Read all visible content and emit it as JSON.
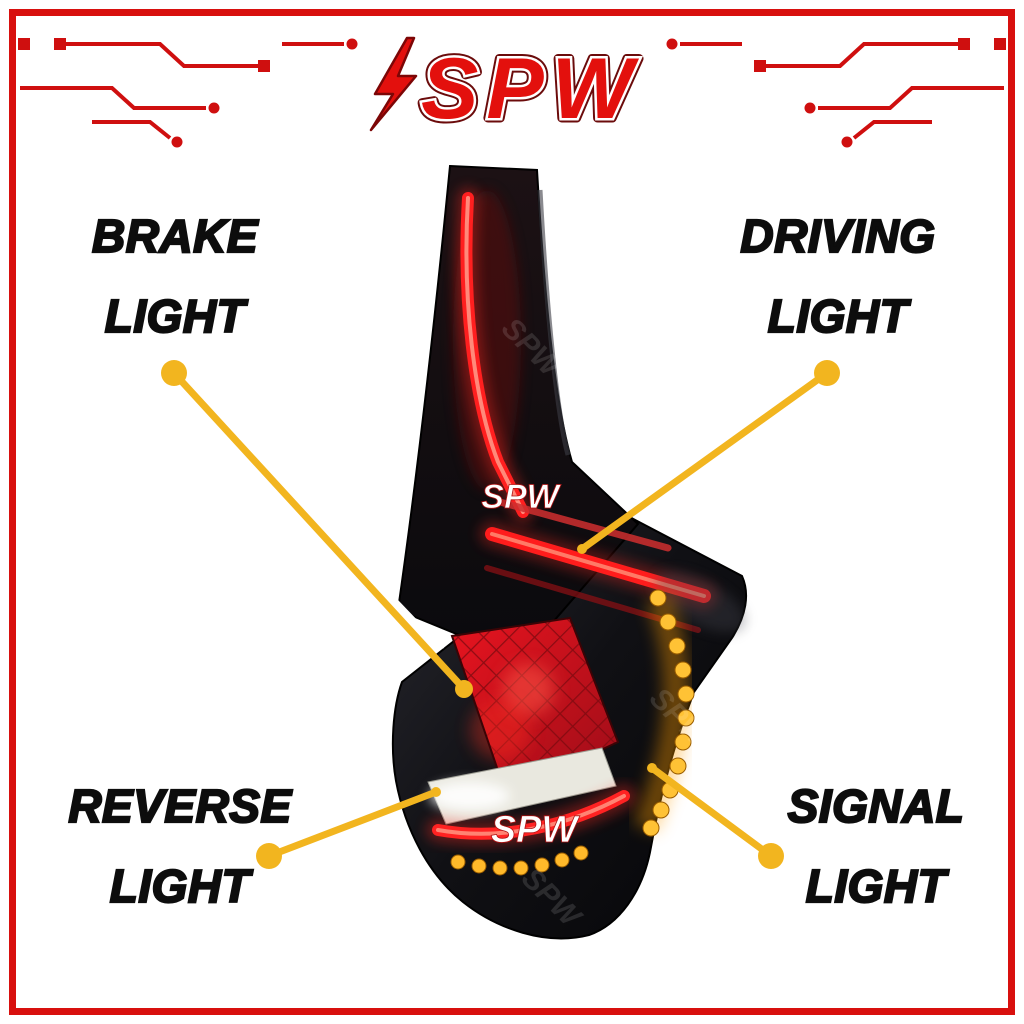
{
  "logo": {
    "text": "SPW",
    "bolt_icon": "lightning-bolt"
  },
  "watermarks": {
    "center": "SPW",
    "bottom": "SPW",
    "faint": "SPW"
  },
  "labels": {
    "brake": {
      "line1": "BRAKE",
      "line2": "LIGHT"
    },
    "driving": {
      "line1": "DRIVING",
      "line2": "LIGHT"
    },
    "reverse": {
      "line1": "REVERSE",
      "line2": "LIGHT"
    },
    "signal": {
      "line1": "SIGNAL",
      "line2": "LIGHT"
    }
  },
  "colors": {
    "frame_red": "#d8100e",
    "logo_red": "#e3100d",
    "circuit_red": "#cf0f0f",
    "callout_yellow": "#f2b51f",
    "label_black": "#0d0d0d",
    "lamp_red": "#ff1c1c",
    "signal_amber": "#ffb92a",
    "reverse_white": "#e9e8df"
  }
}
